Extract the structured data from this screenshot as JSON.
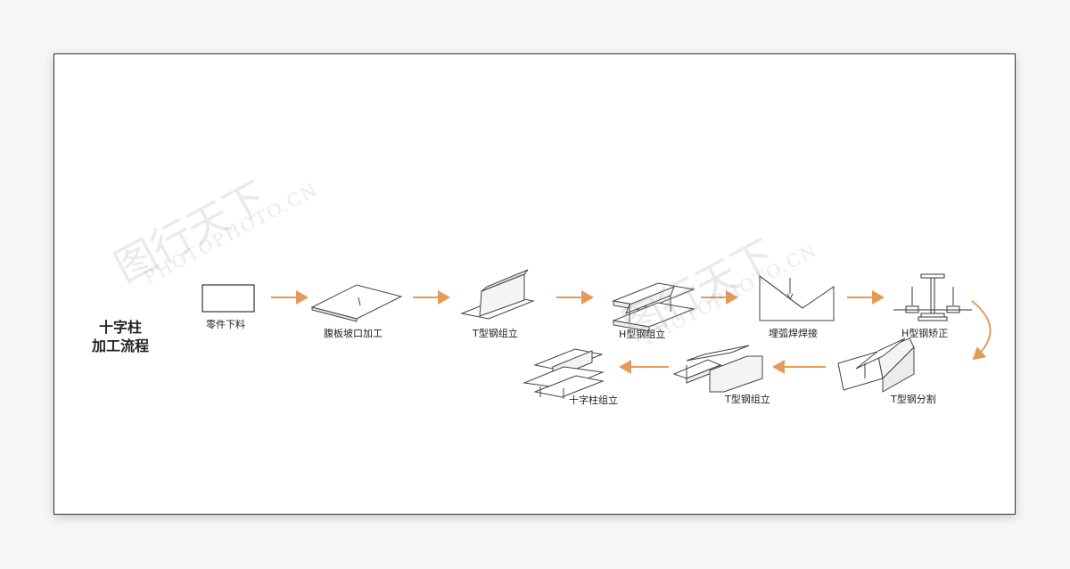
{
  "title": {
    "line1": "十字柱",
    "line2": "加工流程"
  },
  "steps": {
    "s1": "零件下料",
    "s2": "腹板坡口加工",
    "s3": "T型钢组立",
    "s4": "H型钢组立",
    "s5": "埋弧焊焊接",
    "s6": "H型钢矫正",
    "s7": "T型钢分割",
    "s8": "T型钢组立",
    "s9": "十字柱组立"
  },
  "watermark": {
    "brand": "图行天下",
    "site": "PHOTOPHOTO.CN"
  },
  "colors": {
    "arrow": "#e49b57",
    "line": "#444444"
  }
}
